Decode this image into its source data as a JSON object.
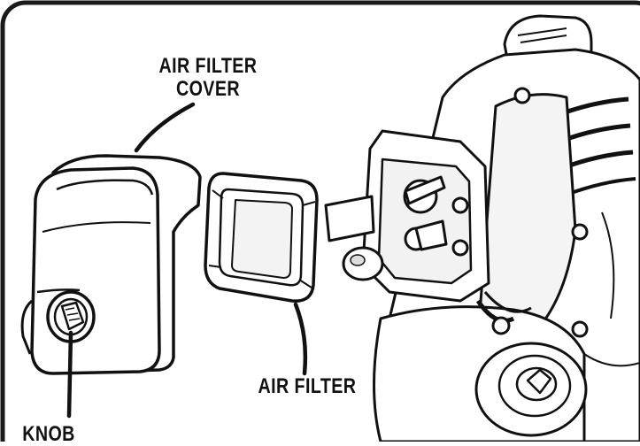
{
  "callouts": {
    "air_filter_cover_line1": "AIR FILTER",
    "air_filter_cover_line2": "COVER",
    "air_filter": "AIR FILTER",
    "knob": "KNOB"
  },
  "colors": {
    "ink": "#111111",
    "frame": "#1a1a1a",
    "background": "#ffffff",
    "shade": "#e9e9e9"
  }
}
